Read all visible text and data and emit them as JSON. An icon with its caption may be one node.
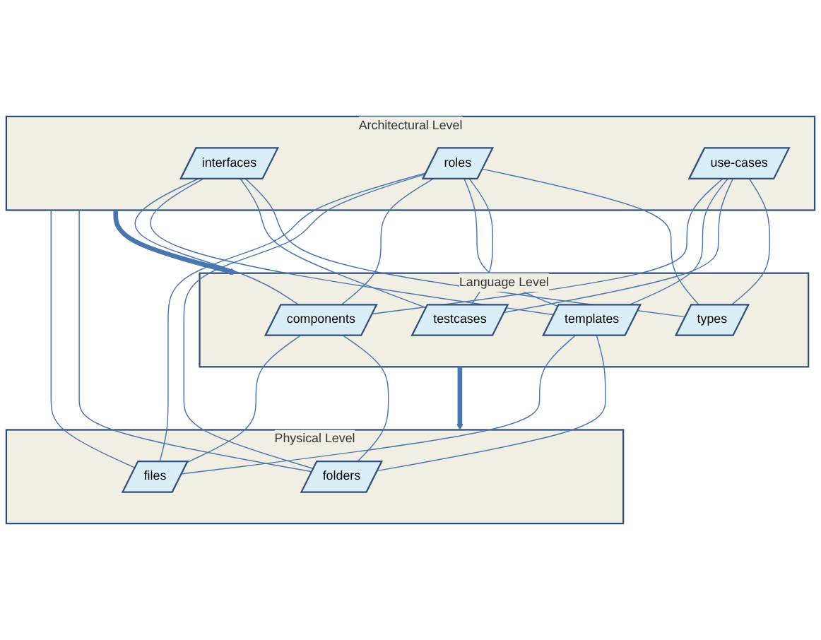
{
  "diagram": {
    "nodes": [
      {
        "text": [
          "Architectural Level"
        ]
      },
      {
        "text": [
          "interfaces"
        ],
        "in": 0
      },
      {
        "text": [
          "roles"
        ],
        "in": 0
      },
      {
        "text": [
          "use-cases"
        ],
        "in": 0
      },
      {
        "text": [
          "Language Level"
        ]
      },
      {
        "text": [
          "types"
        ],
        "in": 4
      },
      {
        "text": [
          "components"
        ],
        "in": 4
      },
      {
        "text": [
          "testcases"
        ],
        "in": 4
      },
      {
        "text": [
          "templates"
        ],
        "in": 4
      },
      {
        "text": [
          "Physical Level"
        ]
      },
      {
        "text": [
          "folders"
        ],
        "in": 9
      },
      {
        "text": [
          "files"
        ],
        "in": 9
      }
    ],
    "edges": [
      {
        "from": 0,
        "to": 4,
        "arrow": "to",
        "style": "thick"
      },
      {
        "from": 4,
        "to": 9,
        "arrow": "to",
        "style": "thick"
      },
      {
        "from": 1,
        "to": 5,
        "arrow": "none"
      },
      {
        "from": 1,
        "to": 7,
        "arrow": "none"
      },
      {
        "from": 1,
        "to": 8,
        "arrow": "none"
      },
      {
        "from": 1,
        "to": 6,
        "arrow": "none"
      },
      {
        "from": 2,
        "to": 5,
        "arrow": "none"
      },
      {
        "from": 2,
        "to": 7,
        "arrow": "none"
      },
      {
        "from": 2,
        "to": 8,
        "arrow": "none"
      },
      {
        "from": 2,
        "to": 6,
        "arrow": "none"
      },
      {
        "from": 3,
        "to": 5,
        "arrow": "none"
      },
      {
        "from": 3,
        "to": 7,
        "arrow": "none"
      },
      {
        "from": 3,
        "to": 8,
        "arrow": "none"
      },
      {
        "from": 3,
        "to": 6,
        "arrow": "none"
      },
      {
        "from": 8,
        "to": 10,
        "arrow": "none"
      },
      {
        "from": 8,
        "to": 11,
        "arrow": "none"
      },
      {
        "from": 6,
        "to": 10,
        "arrow": "none"
      },
      {
        "from": 6,
        "to": 11,
        "arrow": "none"
      },
      {
        "from": 2,
        "to": 10,
        "arrow": "none"
      },
      {
        "from": 2,
        "to": 11,
        "arrow": "none"
      },
      {
        "from": 0,
        "to": 10,
        "arrow": "none"
      },
      {
        "from": 0,
        "to": 11,
        "arrow": "none"
      }
    ]
  }
}
